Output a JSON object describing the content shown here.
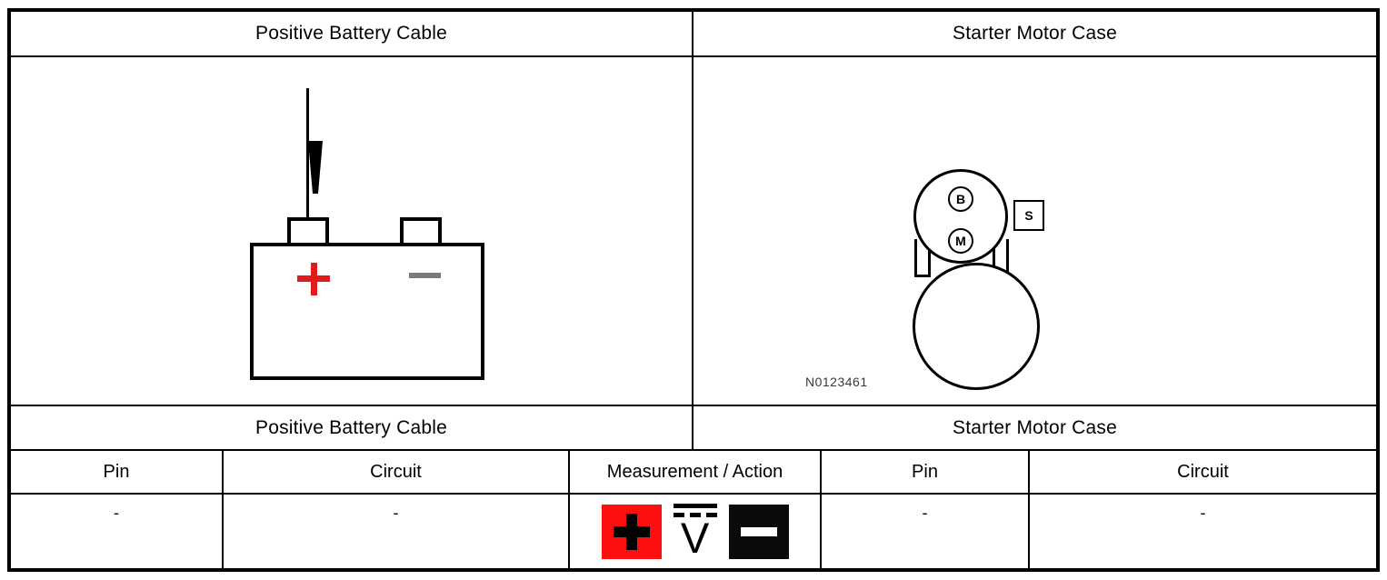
{
  "table": {
    "header_top": {
      "left": "Positive Battery Cable",
      "right": "Starter Motor Case"
    },
    "header_second": {
      "left": "Positive Battery Cable",
      "right": "Starter Motor Case"
    },
    "column_headers": {
      "left_pin": "Pin",
      "left_circuit": "Circuit",
      "measurement": "Measurement / Action",
      "right_pin": "Pin",
      "right_circuit": "Circuit"
    },
    "data_row": {
      "left_pin": "-",
      "left_circuit": "-",
      "right_pin": "-",
      "right_circuit": "-"
    }
  },
  "diagrams": {
    "battery": {
      "positive_sign": "+",
      "negative_sign": "-",
      "positive_color": "#e01b1b",
      "negative_color": "#7a7a7a",
      "probe_label": "test-probe"
    },
    "starter_motor": {
      "terminal_b": "B",
      "terminal_m": "M",
      "terminal_s": "S",
      "reference_code": "N0123461"
    }
  },
  "measurement_icons": {
    "positive_lead": {
      "symbol": "+",
      "background": "#fb0f0f",
      "name": "red-positive-lead"
    },
    "dc_voltage": {
      "symbol": "V",
      "name": "dc-voltage-meter",
      "solid_bar": true,
      "dashed_segments": 3
    },
    "negative_lead": {
      "symbol": "-",
      "background": "#0a0a0a",
      "name": "black-negative-lead"
    }
  }
}
